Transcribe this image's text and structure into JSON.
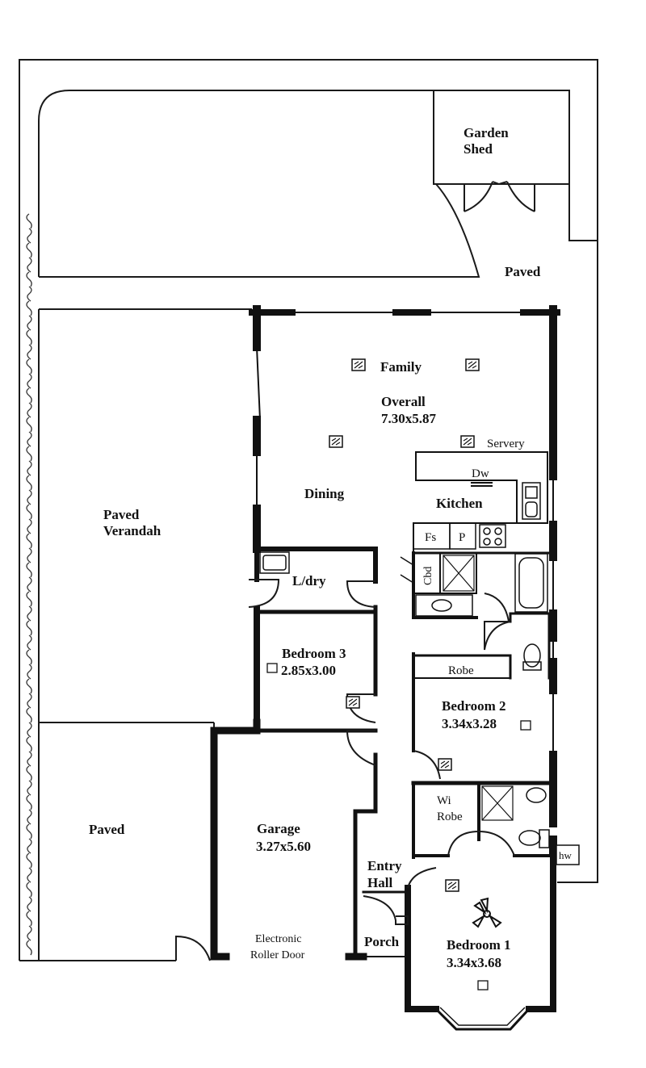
{
  "plan": {
    "colors": {
      "wall": "#111111",
      "line": "#1a1a1a",
      "fill": "#ffffff",
      "creeper": "#333333"
    },
    "outdoor": {
      "garden_shed_1": "Garden",
      "garden_shed_2": "Shed",
      "paved_top": "Paved",
      "paved_verandah_1": "Paved",
      "paved_verandah_2": "Verandah",
      "paved_left": "Paved"
    },
    "rooms": {
      "family": "Family",
      "overall_name": "Overall",
      "overall_size": "7.30x5.87",
      "servery": "Servery",
      "dining": "Dining",
      "kitchen": "Kitchen",
      "dishwasher": "Dw",
      "fridge_space": "Fs",
      "pantry": "P",
      "cupboard": "Cbd",
      "laundry": "L/dry",
      "bedroom3_name": "Bedroom 3",
      "bedroom3_size": "2.85x3.00",
      "robe": "Robe",
      "bedroom2_name": "Bedroom 2",
      "bedroom2_size": "3.34x3.28",
      "wi_robe_1": "Wi",
      "wi_robe_2": "Robe",
      "hot_water": "hw",
      "garage_name": "Garage",
      "garage_size": "3.27x5.60",
      "entry_1": "Entry",
      "entry_2": "Hall",
      "porch": "Porch",
      "roller_door_1": "Electronic",
      "roller_door_2": "Roller Door",
      "bedroom1_name": "Bedroom 1",
      "bedroom1_size": "3.34x3.68"
    },
    "icons": [
      "downlight-icon",
      "ceiling-fan-icon",
      "shower-icon",
      "bath-icon",
      "toilet-icon",
      "basin-icon",
      "sink-icon",
      "cooktop-icon",
      "trough-icon"
    ]
  }
}
